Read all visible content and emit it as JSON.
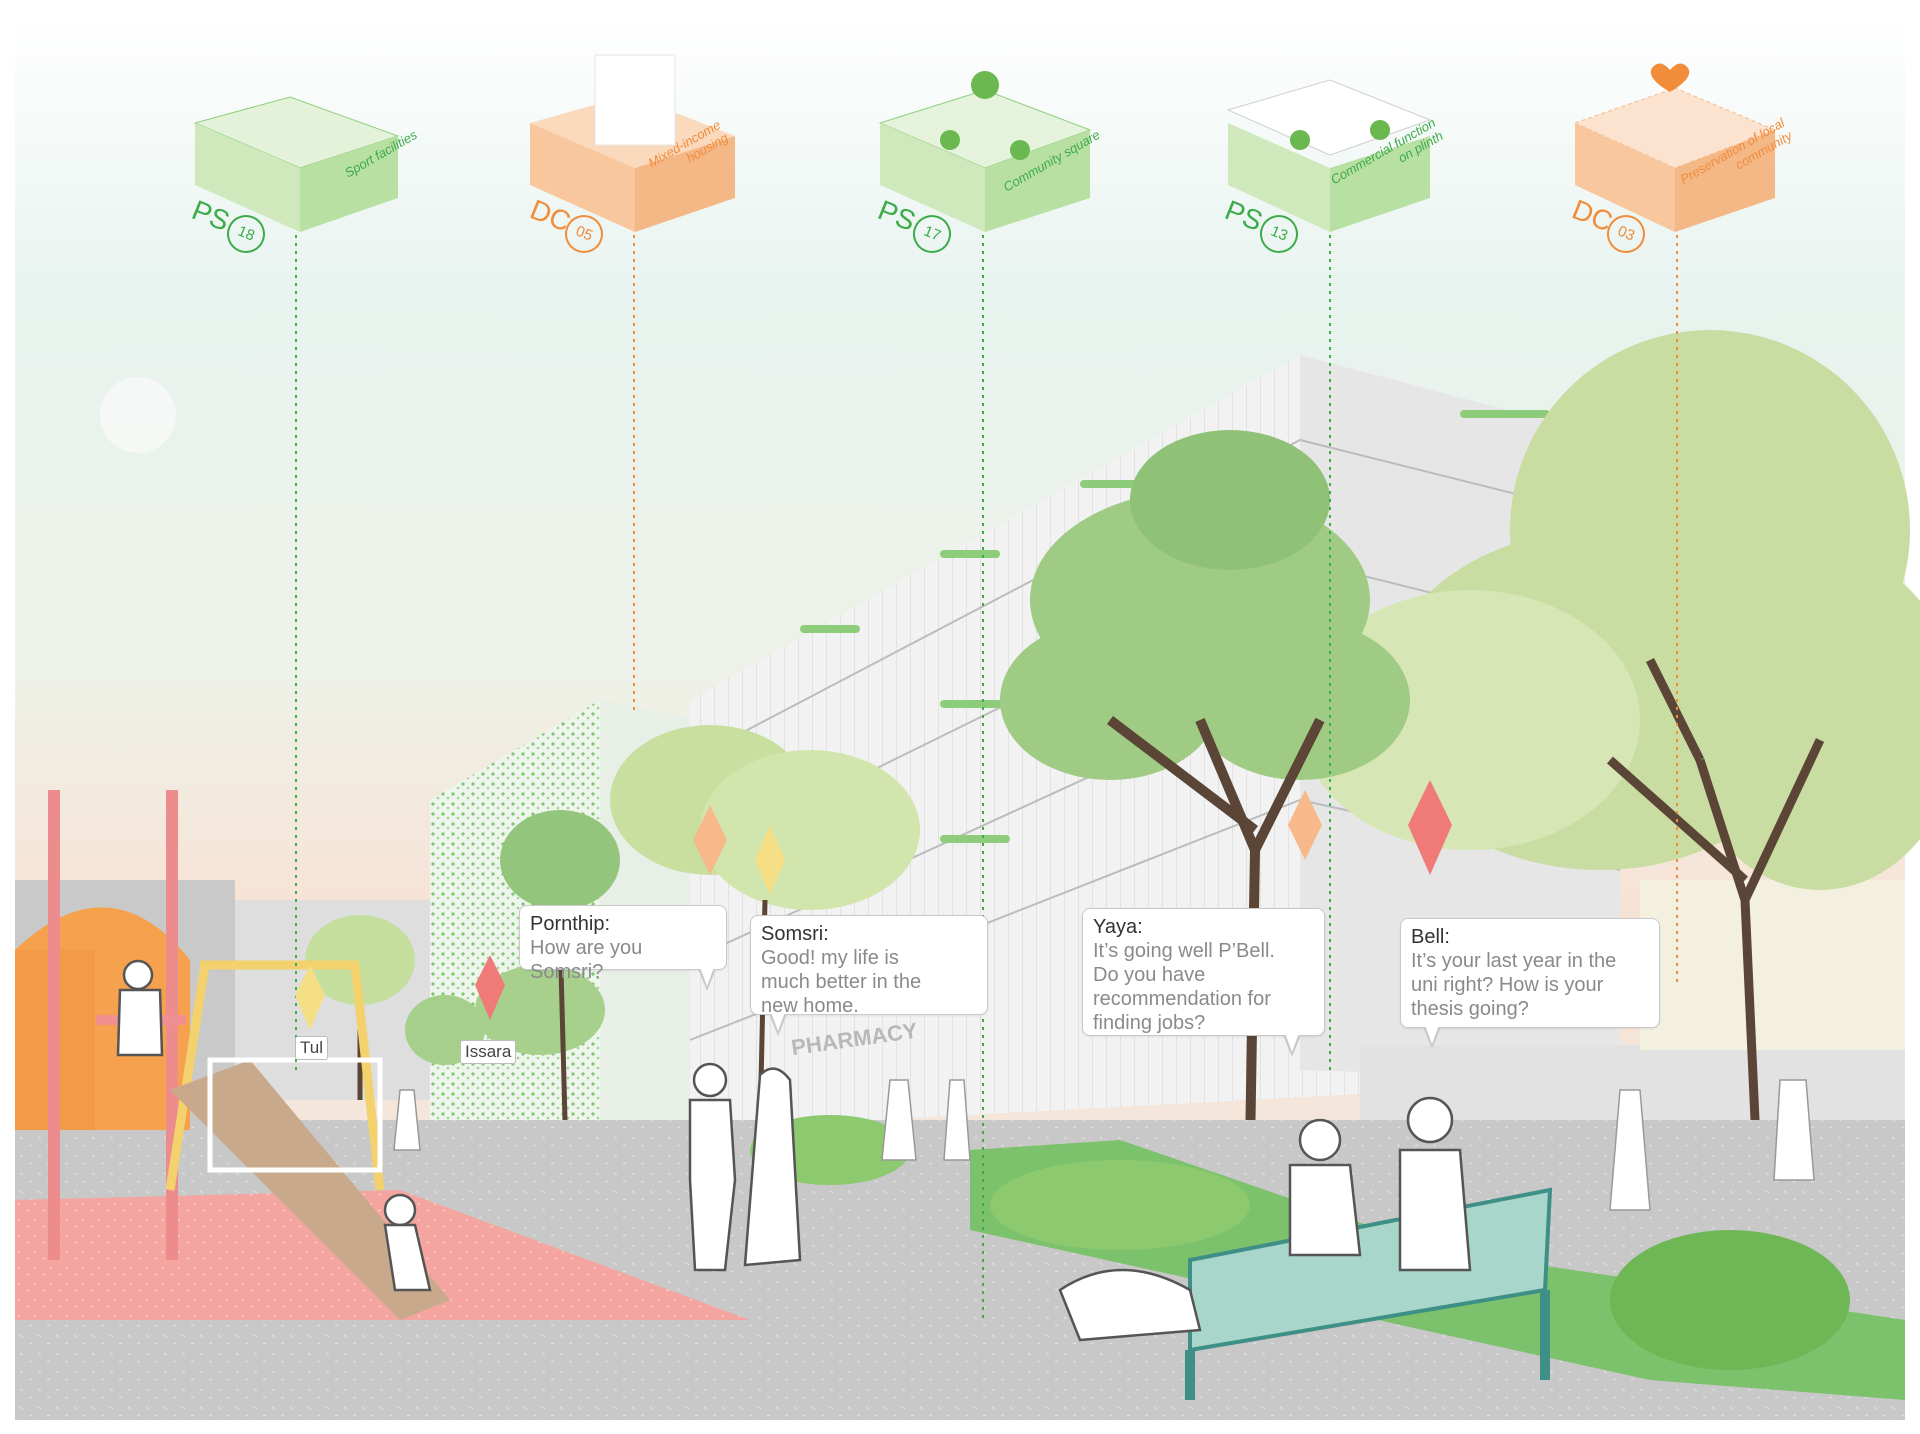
{
  "colors": {
    "ps_green": "#3cab4a",
    "dc_orange": "#f08c3a",
    "marker_red": "#f07a78",
    "marker_orange": "#f7b98a",
    "marker_yellow": "#f5df86"
  },
  "indicators": [
    {
      "code": "PS",
      "number": "18",
      "label": "Sport facilities",
      "color": "green"
    },
    {
      "code": "DC",
      "number": "05",
      "label": "Mixed-income\nhousing",
      "color": "orange"
    },
    {
      "code": "PS",
      "number": "17",
      "label": "Community square",
      "color": "green"
    },
    {
      "code": "PS",
      "number": "13",
      "label": "Commercial function\non plinth",
      "color": "green"
    },
    {
      "code": "DC",
      "number": "03",
      "label": "Preservation of local\ncommunity",
      "color": "orange"
    }
  ],
  "dialogues": [
    {
      "speaker": "Pornthip:",
      "text": "How are you Somsri?"
    },
    {
      "speaker": "Somsri:",
      "text": "Good! my life is\nmuch better in the\nnew home."
    },
    {
      "speaker": "Yaya:",
      "text": "It’s going well P’Bell.\nDo you have\nrecommendation for\nfinding jobs?"
    },
    {
      "speaker": "Bell:",
      "text": "It’s your last year in the\nuni right? How is your\nthesis going?"
    }
  ],
  "name_tags": [
    "Tul",
    "Issara"
  ],
  "signage": {
    "pharmacy": "PHARMACY"
  }
}
